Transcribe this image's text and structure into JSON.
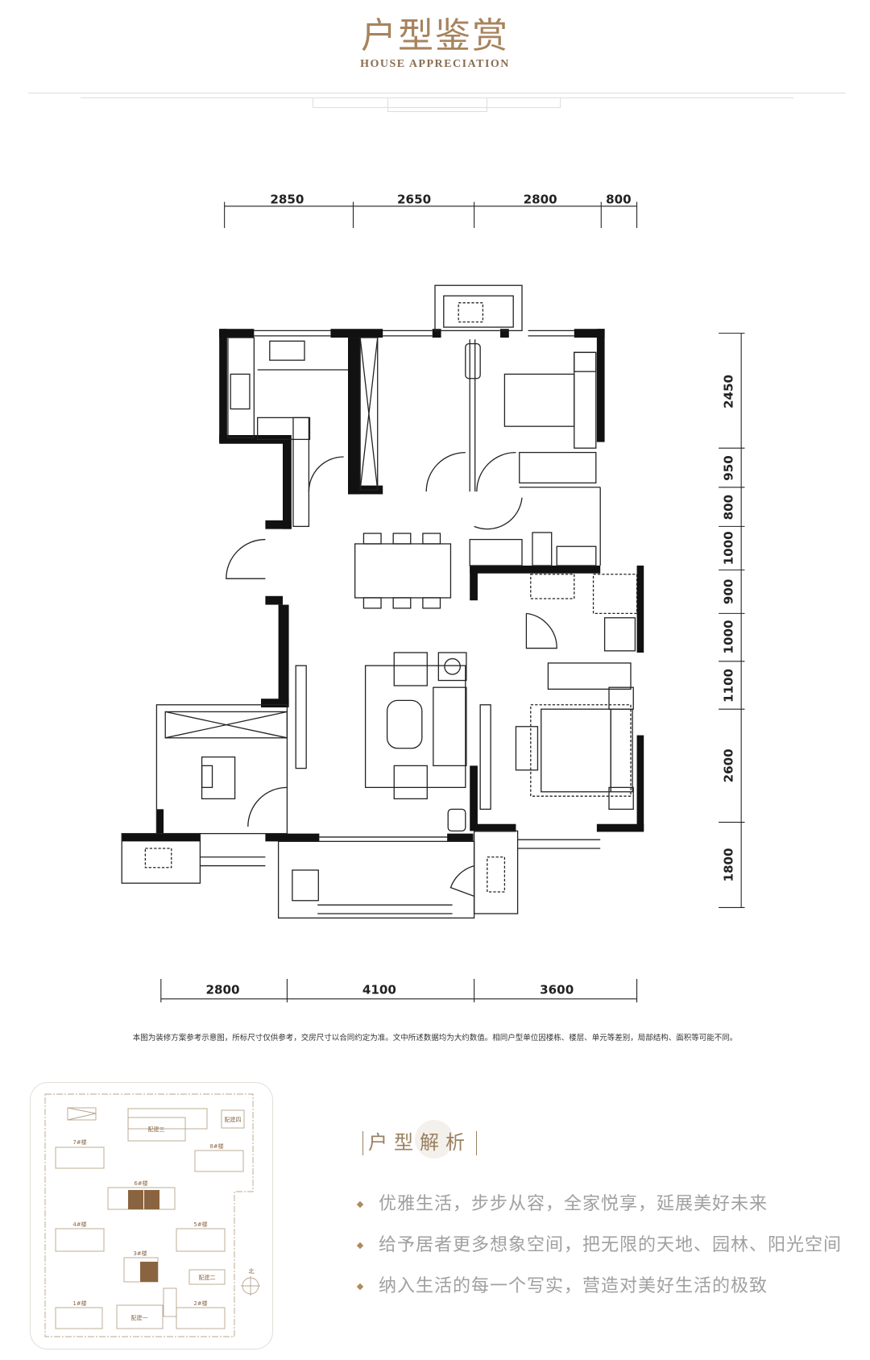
{
  "header": {
    "title": "户型鉴赏",
    "subtitle": "HOUSE APPRECIATION"
  },
  "floor_plan": {
    "top_dimensions": [
      "2850",
      "2650",
      "2800",
      "800"
    ],
    "bottom_dimensions": [
      "2800",
      "4100",
      "3600"
    ],
    "right_dimensions": [
      "2450",
      "950",
      "800",
      "1000",
      "900",
      "1000",
      "1100",
      "2600",
      "1800"
    ]
  },
  "disclaimer": "本图为装修方案参考示意图，所标尺寸仅供参考，交房尺寸以合同约定为准。文中所述数据均为大约数值。相同户型单位因楼栋、楼层、单元等差别，局部结构、面积等可能不同。",
  "site_plan": {
    "labels": {
      "b4": "配建四",
      "b3": "配建三",
      "b2": "配建二",
      "b1": "配建一",
      "t7": "7#楼",
      "t8": "8#楼",
      "t6": "6#楼",
      "t4": "4#楼",
      "t5": "5#楼",
      "t3": "3#楼",
      "t1": "1#楼",
      "t2": "2#楼",
      "north": "北"
    },
    "highlight_color": "#8a6440"
  },
  "analysis": {
    "heading": "户型解析",
    "bullets": [
      "优雅生活，步步从容，全家悦享，延展美好未来",
      "给予居者更多想象空间，把无限的天地、园林、阳光空间",
      "纳入生活的每一个写实，营造对美好生活的极致"
    ]
  },
  "colors": {
    "gold": "#a7835d",
    "text_gray": "#a0a0a0"
  }
}
